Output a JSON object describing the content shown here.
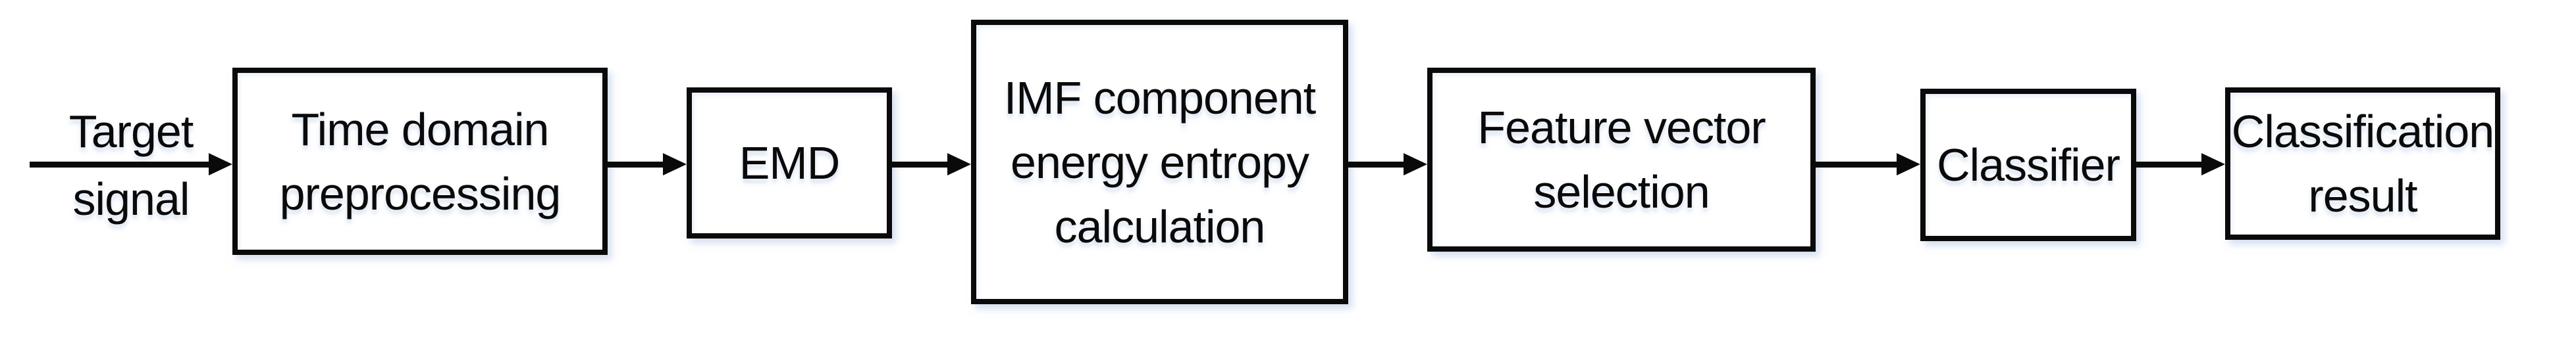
{
  "diagram": {
    "background_color": "#ffffff",
    "line_color": "#0a0a0a",
    "box_fill_color": "#ffffff",
    "shadow_color": "#b2c5de",
    "input": {
      "label_top": "Target",
      "label_bottom": "signal"
    },
    "nodes": [
      {
        "id": "time-domain-preprocessing",
        "lines": [
          "Time domain",
          "preprocessing"
        ]
      },
      {
        "id": "emd",
        "lines": [
          "EMD"
        ]
      },
      {
        "id": "imf-energy-entropy",
        "lines": [
          "IMF component",
          "energy entropy",
          "calculation"
        ]
      },
      {
        "id": "feature-vector-selection",
        "lines": [
          "Feature vector",
          "selection"
        ]
      },
      {
        "id": "classifier",
        "lines": [
          "Classifier"
        ]
      },
      {
        "id": "classification-result",
        "lines": [
          "Classification",
          "result"
        ]
      }
    ]
  }
}
